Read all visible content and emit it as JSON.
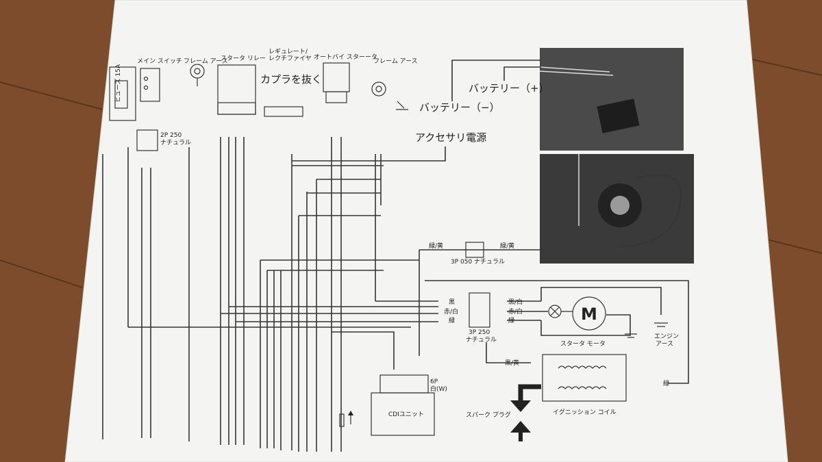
{
  "components": {
    "main_switch": "メイン スイッチ",
    "fuse": "ヒューズ 15A",
    "frame_earth_1": "フレーム アース",
    "starter_relay": "スタータ リレー",
    "regulator_line1": "レギュレート/",
    "regulator_line2": "レクチファイヤ",
    "auto_starter": "オートバイ スターータ",
    "frame_earth_2": "フレーム アース",
    "cdi_unit": "CDIユニット",
    "starter_motor": "スタータ モータ",
    "motor_symbol": "M",
    "engine_earth_line1": "エンジン",
    "engine_earth_line2": "アース",
    "ignition_coil": "イグニッション コイル",
    "spark_plug": "スパーク プラグ"
  },
  "connectors": {
    "c_2p250_left_line1": "2P 250",
    "c_2p250_left_line2": "ナチュラル",
    "c_3p050": "3P 050 ナチュラル",
    "c_3p250_line1": "3P 250",
    "c_3p250_line2": "ナチュラル",
    "c_6p_line1": "6P",
    "c_6p_line2": "白(W)"
  },
  "wire_labels": {
    "green_yellow_1": "緑/黄",
    "green_yellow_2": "緑/黄",
    "black": "黒",
    "red_white": "赤/白",
    "green": "緑",
    "black_white": "黒/白",
    "red_white_2": "赤/白",
    "green_2": "緑",
    "black_yellow": "黒/黄",
    "green_3": "緑"
  },
  "annotations": {
    "coupler": "カプラを抜く",
    "battery_plus": "バッテリー（+）",
    "battery_minus": "バッテリー（−）",
    "accessory_power": "アクセサリ電源"
  }
}
